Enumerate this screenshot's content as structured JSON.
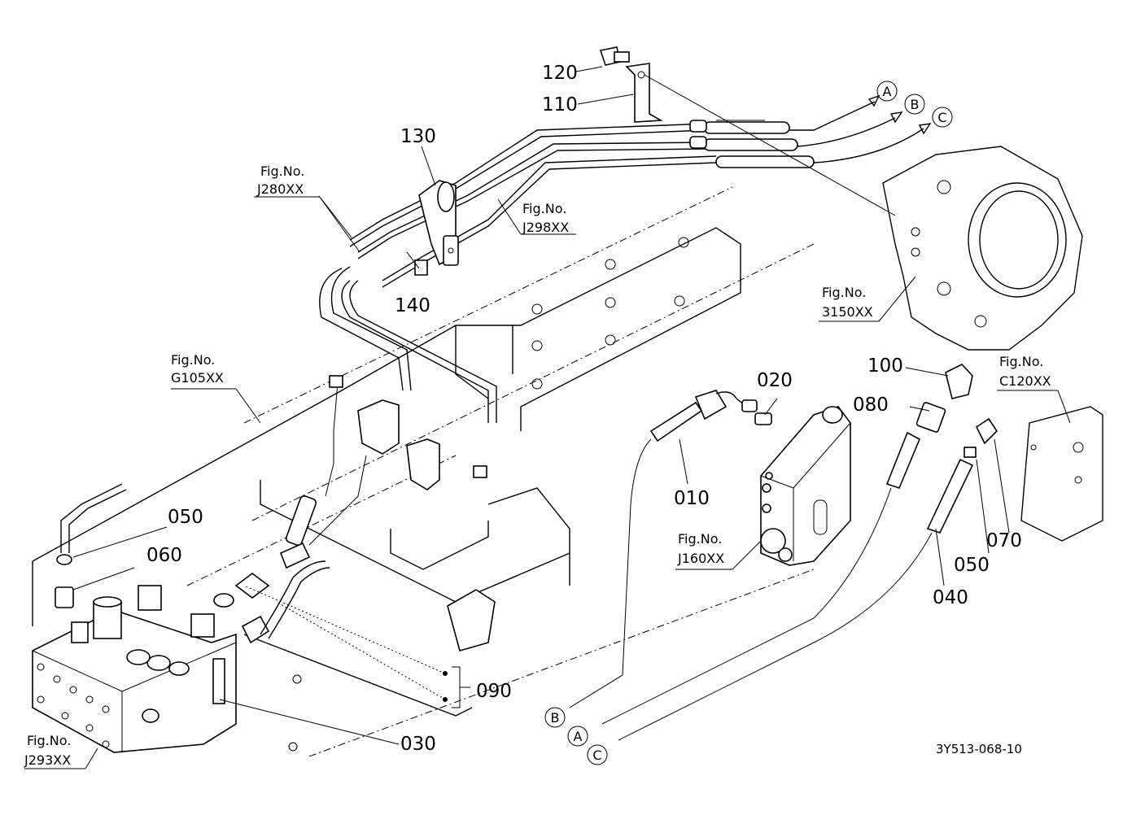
{
  "callouts": {
    "p010": "010",
    "p020": "020",
    "p030": "030",
    "p040": "040",
    "p050a": "050",
    "p050b": "050",
    "p060": "060",
    "p070": "070",
    "p080": "080",
    "p090": "090",
    "p100": "100",
    "p110": "110",
    "p120": "120",
    "p130": "130",
    "p140": "140"
  },
  "figrefs": {
    "fig_label": "Fig.No.",
    "j280": "J280XX",
    "j298": "J298XX",
    "g105": "G105XX",
    "f3150": "3150XX",
    "c120": "C120XX",
    "j160": "J160XX",
    "j293": "J293XX"
  },
  "connectors": {
    "a": "A",
    "b": "B",
    "c": "C"
  },
  "drawing_code": "3Y513-068-10"
}
